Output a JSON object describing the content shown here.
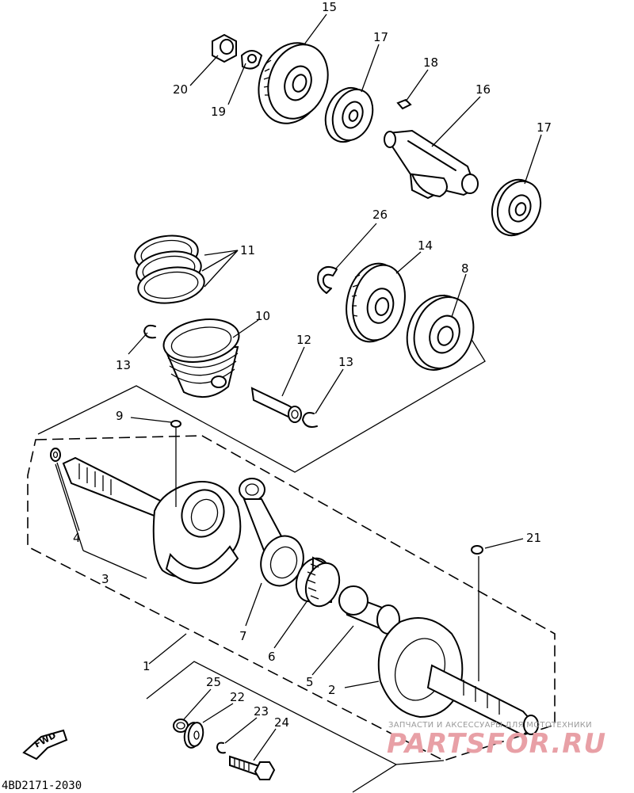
{
  "diagram": {
    "part_code": "4BD2171-2030",
    "fwd_label": "FWD",
    "watermark": {
      "line1": "ЗАПЧАСТИ И АКСЕССУАРЫ ДЛЯ МОТОТЕХНИКИ",
      "line2": "PARTSFOR.RU"
    },
    "callouts": {
      "c1": "1",
      "c2": "2",
      "c3": "3",
      "c4": "4",
      "c5": "5",
      "c6": "6",
      "c7": "7",
      "c8": "8",
      "c9": "9",
      "c10": "10",
      "c11": "11",
      "c12": "12",
      "c13a": "13",
      "c13b": "13",
      "c14": "14",
      "c15": "15",
      "c16": "16",
      "c17a": "17",
      "c17b": "17",
      "c18": "18",
      "c19": "19",
      "c20": "20",
      "c21": "21",
      "c22": "22",
      "c23": "23",
      "c24": "24",
      "c25": "25",
      "c26": "26"
    }
  }
}
